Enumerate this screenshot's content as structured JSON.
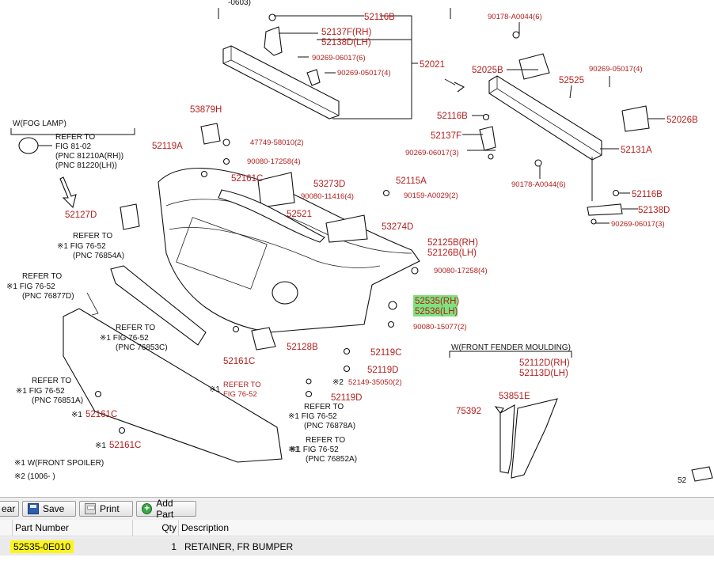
{
  "diagram": {
    "callouts": [
      {
        "id": "c1",
        "text": "52116B",
        "style": "pn"
      },
      {
        "id": "c2",
        "text": "52137F(RH)",
        "style": "pn"
      },
      {
        "id": "c3",
        "text": "52138D(LH)",
        "style": "pn"
      },
      {
        "id": "c4",
        "text": "90269-06017(6)",
        "style": "pns"
      },
      {
        "id": "c5",
        "text": "90269-05017(4)",
        "style": "pns"
      },
      {
        "id": "c6",
        "text": "52021",
        "style": "pn"
      },
      {
        "id": "c7",
        "text": "90178-A0044(6)",
        "style": "pns"
      },
      {
        "id": "c8",
        "text": "52025B",
        "style": "pn"
      },
      {
        "id": "c9",
        "text": "52525",
        "style": "pn"
      },
      {
        "id": "c10",
        "text": "90269-05017(4)",
        "style": "pns"
      },
      {
        "id": "c11",
        "text": "52116B",
        "style": "pn"
      },
      {
        "id": "c12",
        "text": "52026B",
        "style": "pn"
      },
      {
        "id": "c13",
        "text": "52137F",
        "style": "pn"
      },
      {
        "id": "c14",
        "text": "90269-06017(3)",
        "style": "pns"
      },
      {
        "id": "c15",
        "text": "52131A",
        "style": "pn"
      },
      {
        "id": "c16",
        "text": "90178-A0044(6)",
        "style": "pns"
      },
      {
        "id": "c17",
        "text": "52116B",
        "style": "pn"
      },
      {
        "id": "c18",
        "text": "52138D",
        "style": "pn"
      },
      {
        "id": "c19",
        "text": "90269-06017(3)",
        "style": "pns"
      },
      {
        "id": "c20",
        "text": "53879H",
        "style": "pn"
      },
      {
        "id": "c21",
        "text": "47749-58010(2)",
        "style": "pns"
      },
      {
        "id": "c22",
        "text": "52119A",
        "style": "pn"
      },
      {
        "id": "c23",
        "text": "90080-17258(4)",
        "style": "pns"
      },
      {
        "id": "c24",
        "text": "52161C",
        "style": "pn"
      },
      {
        "id": "c25",
        "text": "53273D",
        "style": "pn"
      },
      {
        "id": "c26",
        "text": "90080-11416(4)",
        "style": "pns"
      },
      {
        "id": "c27",
        "text": "52115A",
        "style": "pn"
      },
      {
        "id": "c28",
        "text": "90159-A0029(2)",
        "style": "pns"
      },
      {
        "id": "c29",
        "text": "52521",
        "style": "pn"
      },
      {
        "id": "c30",
        "text": "53274D",
        "style": "pn"
      },
      {
        "id": "c31",
        "text": "52125B(RH)",
        "style": "pn"
      },
      {
        "id": "c32",
        "text": "52126B(LH)",
        "style": "pn"
      },
      {
        "id": "c33",
        "text": "90080-17258(4)",
        "style": "pns"
      },
      {
        "id": "c34",
        "text": "52127D",
        "style": "pn"
      },
      {
        "id": "c35",
        "text": "52535(RH)",
        "style": "pn"
      },
      {
        "id": "c36",
        "text": "52536(LH)",
        "style": "pn"
      },
      {
        "id": "c37",
        "text": "90080-15077(2)",
        "style": "pns"
      },
      {
        "id": "c38",
        "text": "52119C",
        "style": "pn"
      },
      {
        "id": "c39",
        "text": "52119D",
        "style": "pn"
      },
      {
        "id": "c40",
        "text": "52149-35050(2)",
        "style": "pns"
      },
      {
        "id": "c41",
        "text": "52119D",
        "style": "pn"
      },
      {
        "id": "c42",
        "text": "52128B",
        "style": "pn"
      },
      {
        "id": "c43",
        "text": "52161C",
        "style": "pn"
      },
      {
        "id": "c44",
        "text": "52161C",
        "style": "pn"
      },
      {
        "id": "c45",
        "text": "52161C",
        "style": "pn"
      },
      {
        "id": "c46",
        "text": "52112D(RH)",
        "style": "pn"
      },
      {
        "id": "c47",
        "text": "52113D(LH)",
        "style": "pn"
      },
      {
        "id": "c48",
        "text": "53851E",
        "style": "pn"
      },
      {
        "id": "c49",
        "text": "75392",
        "style": "pn"
      },
      {
        "id": "c50",
        "text": "REFER TO",
        "style": "pn"
      },
      {
        "id": "c51",
        "text": "FIG 76-52",
        "style": "pn"
      }
    ],
    "labels": [
      {
        "id": "b1",
        "text": "W(FOG  LAMP)"
      },
      {
        "id": "b2",
        "text": "REFER TO"
      },
      {
        "id": "b3",
        "text": "FIG 81-02"
      },
      {
        "id": "b4",
        "text": "(PNC 81210A(RH))"
      },
      {
        "id": "b5",
        "text": "(PNC 81220(LH))"
      },
      {
        "id": "b6",
        "text": "REFER TO"
      },
      {
        "id": "b7",
        "text": "※1 FIG 76-52"
      },
      {
        "id": "b8",
        "text": "(PNC 76854A)"
      },
      {
        "id": "b9",
        "text": "REFER TO"
      },
      {
        "id": "b10",
        "text": "※1 FIG 76-52"
      },
      {
        "id": "b11",
        "text": "(PNC 76877D)"
      },
      {
        "id": "b12",
        "text": "REFER TO"
      },
      {
        "id": "b13",
        "text": "※1 FIG 76-52"
      },
      {
        "id": "b14",
        "text": "(PNC 76853C)"
      },
      {
        "id": "b15",
        "text": "REFER TO"
      },
      {
        "id": "b16",
        "text": "※1 FIG 76-52"
      },
      {
        "id": "b17",
        "text": "(PNC 76851A)"
      },
      {
        "id": "b18",
        "text": "REFER TO"
      },
      {
        "id": "b19",
        "text": "※1 FIG 76-52"
      },
      {
        "id": "b20",
        "text": "(PNC 76878A)"
      },
      {
        "id": "b21",
        "text": "REFER TO"
      },
      {
        "id": "b22",
        "text": "※1 FIG 76-52"
      },
      {
        "id": "b23",
        "text": "(PNC 76852A)"
      },
      {
        "id": "b24",
        "text": "※1 W(FRONT SPOILER)"
      },
      {
        "id": "b25",
        "text": "※2 (1006-      )"
      },
      {
        "id": "b26",
        "text": "W(FRONT FENDER MOULDING)"
      },
      {
        "id": "b27",
        "text": "※1"
      },
      {
        "id": "b28",
        "text": "※1"
      },
      {
        "id": "b29",
        "text": "※1"
      },
      {
        "id": "b30",
        "text": "※1"
      },
      {
        "id": "b31",
        "text": "※2"
      },
      {
        "id": "b32",
        "text": "52"
      },
      {
        "id": "b33",
        "text": "-0603)"
      }
    ]
  },
  "toolbar": {
    "clear_label": "ear",
    "save_label": "Save",
    "print_label": "Print",
    "add_part_label": "Add Part"
  },
  "grid": {
    "headers": {
      "part_number": "Part Number",
      "qty": "Qty",
      "description": "Description"
    },
    "rows": [
      {
        "part_number": "52535-0E010",
        "qty": "1",
        "description": "RETAINER, FR BUMPER"
      }
    ]
  },
  "colors": {
    "callout_text": "#b3201e",
    "highlight_green": "#7ee27e",
    "highlight_yellow": "#fcf51c"
  }
}
